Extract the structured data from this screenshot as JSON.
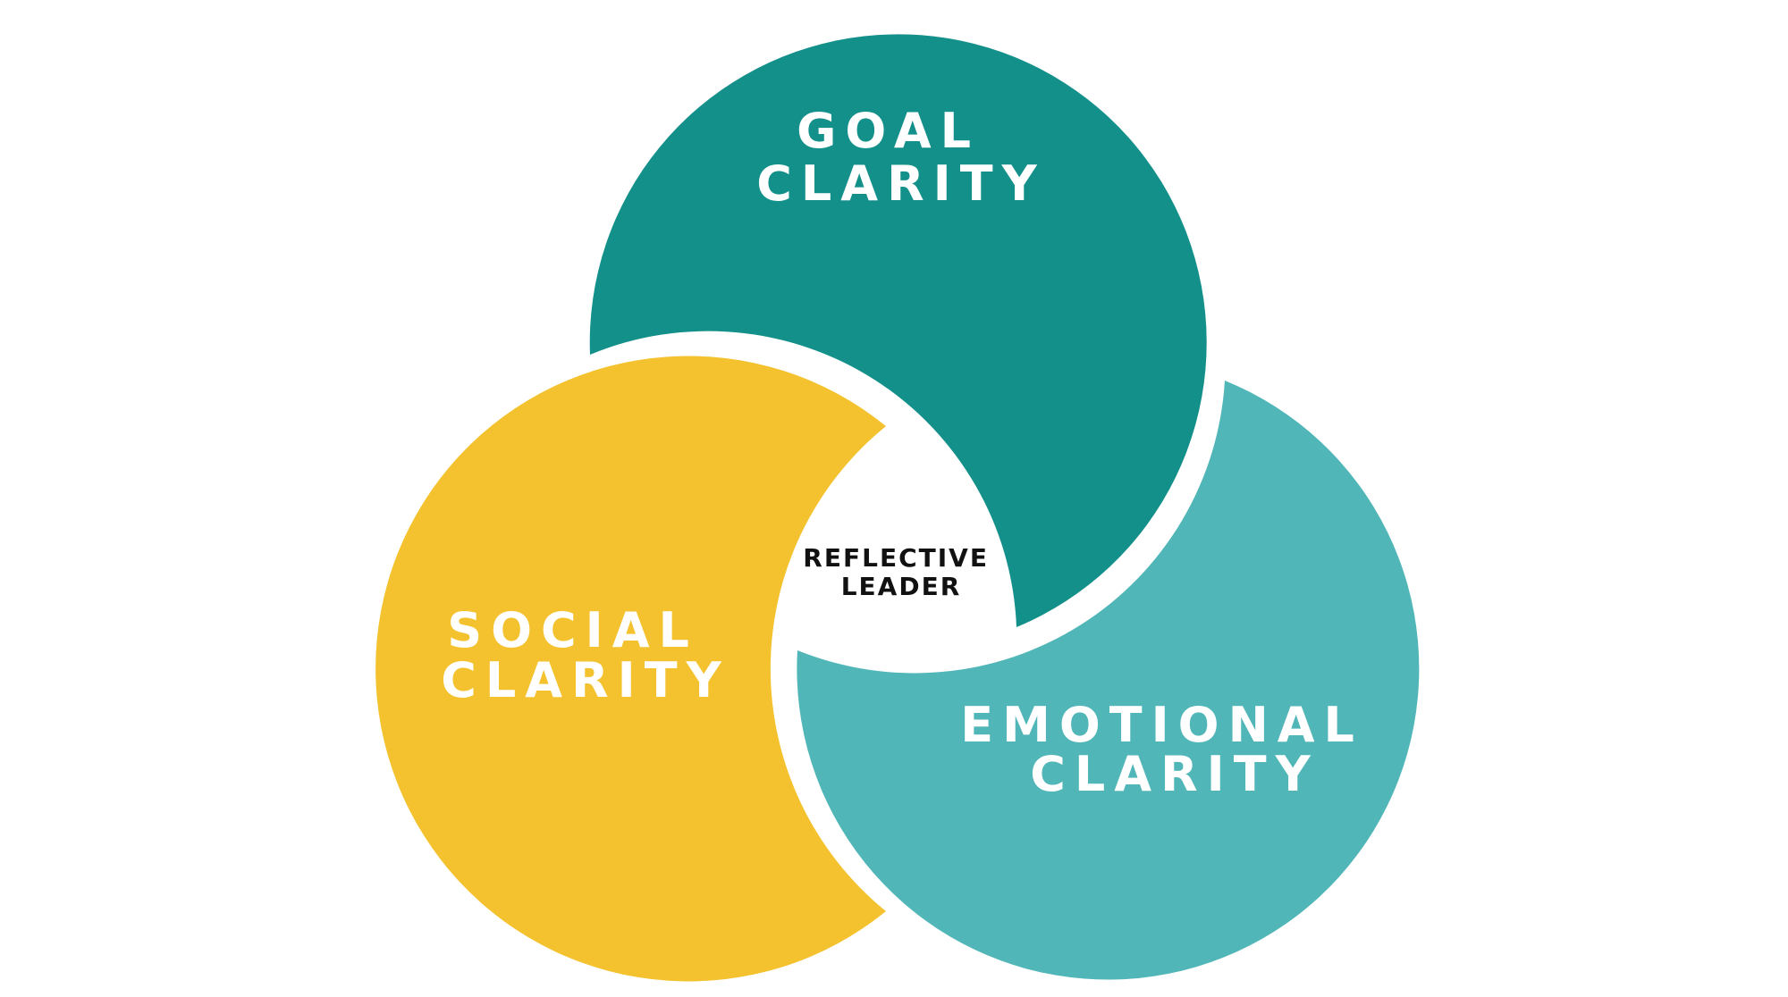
{
  "diagram": {
    "circles": {
      "goal": {
        "line1": "GOAL",
        "line2": "CLARITY",
        "color": "#14908B"
      },
      "social": {
        "line1": "SOCIAL",
        "line2": "CLARITY",
        "color": "#F3C22E"
      },
      "emotional": {
        "line1": "EMOTIONAL",
        "line2": "CLARITY",
        "color": "#51B6B8"
      }
    },
    "center": {
      "line1": "REFLECTIVE",
      "line2": "LEADER"
    }
  }
}
